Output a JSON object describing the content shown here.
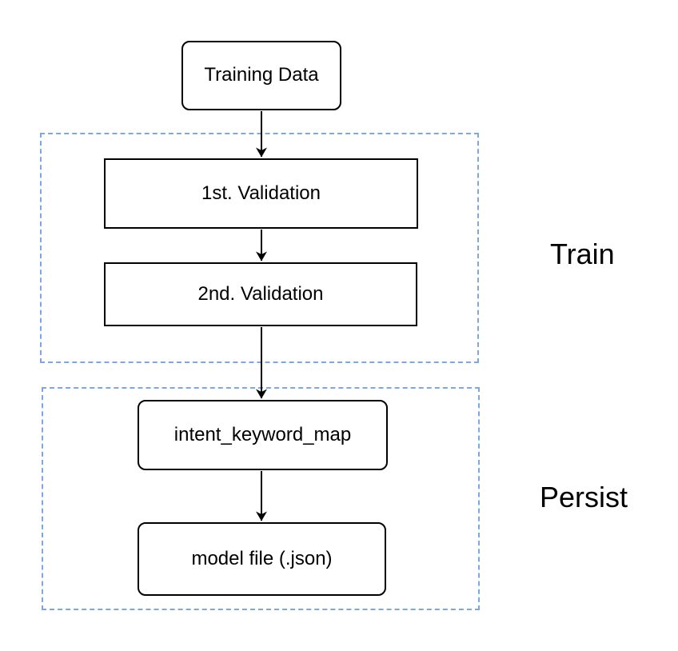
{
  "diagram": {
    "nodes": {
      "training_data": {
        "label": "Training Data",
        "shape": "rounded-rect"
      },
      "first_validation": {
        "label": "1st. Validation",
        "shape": "rect"
      },
      "second_validation": {
        "label": "2nd. Validation",
        "shape": "rect"
      },
      "intent_keyword_map": {
        "label": "intent_keyword_map",
        "shape": "rounded-rect"
      },
      "model_file": {
        "label": "model file (.json)",
        "shape": "rounded-rect"
      }
    },
    "groups": {
      "train": {
        "label": "Train",
        "contains": [
          "first_validation",
          "second_validation"
        ]
      },
      "persist": {
        "label": "Persist",
        "contains": [
          "intent_keyword_map",
          "model_file"
        ]
      }
    },
    "edges": [
      {
        "from": "training_data",
        "to": "first_validation"
      },
      {
        "from": "first_validation",
        "to": "second_validation"
      },
      {
        "from": "second_validation",
        "to": "intent_keyword_map"
      },
      {
        "from": "intent_keyword_map",
        "to": "model_file"
      }
    ],
    "colors": {
      "background": "#ffffff",
      "node_fill": "#ffffff",
      "node_border": "#000000",
      "group_border": "#7ea6e0",
      "arrow": "#000000",
      "text": "#000000"
    }
  }
}
